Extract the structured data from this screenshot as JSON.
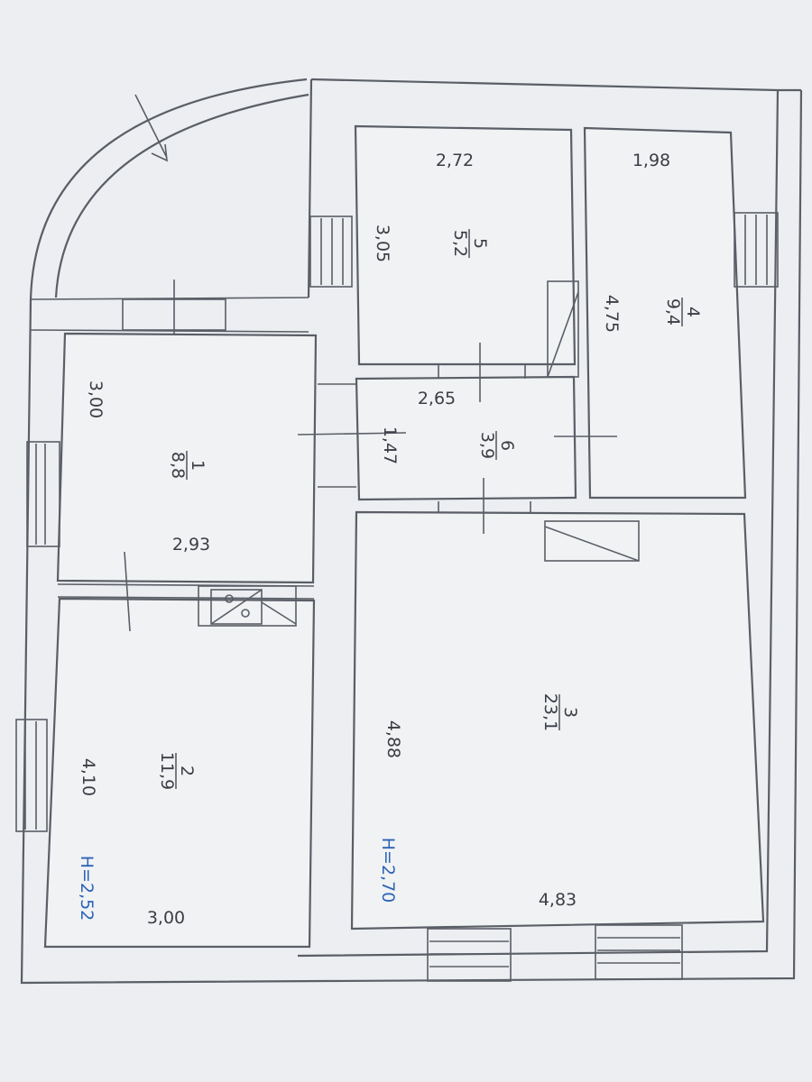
{
  "rooms": [
    {
      "number": "1",
      "area": "8,8",
      "dims": [
        "3,00",
        "2,93"
      ]
    },
    {
      "number": "2",
      "area": "11,9",
      "dims": [
        "4,10",
        "3,00"
      ],
      "height": "H=2,52"
    },
    {
      "number": "3",
      "area": "23,1",
      "dims": [
        "4,88",
        "4,83"
      ],
      "height": "H=2,70"
    },
    {
      "number": "4",
      "area": "9,4",
      "dims": [
        "1,98",
        "4,75"
      ]
    },
    {
      "number": "5",
      "area": "5,2",
      "dims": [
        "2,72",
        "3,05"
      ]
    },
    {
      "number": "6",
      "area": "3,9",
      "dims": [
        "2,65",
        "1,47"
      ]
    }
  ],
  "colors": {
    "lines": "#5a5e66",
    "text": "#3b3e45",
    "height_text": "#2c63b6",
    "paper": "#eceef1"
  }
}
